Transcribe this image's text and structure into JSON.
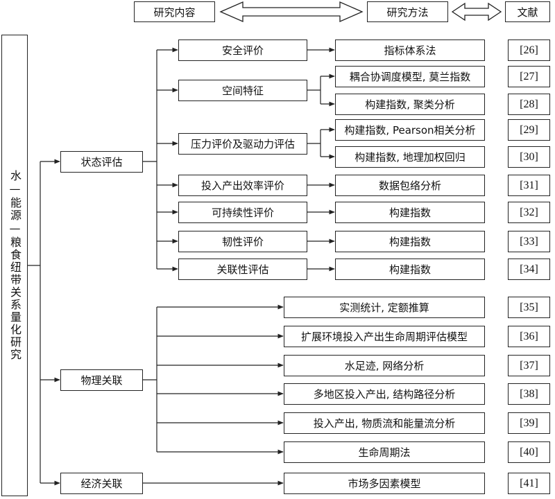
{
  "header": {
    "content": "研究内容",
    "method": "研究方法",
    "literature": "文献"
  },
  "root": "水—能源—粮食纽带关系量化研究",
  "categories": [
    {
      "label": "状态评估",
      "topics": [
        {
          "label": "安全评价",
          "methods": [
            {
              "label": "指标体系法",
              "ref": "[26]"
            }
          ]
        },
        {
          "label": "空间特征",
          "methods": [
            {
              "label": "耦合协调度模型, 莫兰指数",
              "ref": "[27]"
            },
            {
              "label": "构建指数, 聚类分析",
              "ref": "[28]"
            }
          ]
        },
        {
          "label": "压力评价及驱动力评估",
          "methods": [
            {
              "label": "构建指数, Pearson相关分析",
              "ref": "[29]"
            },
            {
              "label": "构建指数, 地理加权回归",
              "ref": "[30]"
            }
          ]
        },
        {
          "label": "投入产出效率评价",
          "methods": [
            {
              "label": "数据包络分析",
              "ref": "[31]"
            }
          ]
        },
        {
          "label": "可持续性评价",
          "methods": [
            {
              "label": "构建指数",
              "ref": "[32]"
            }
          ]
        },
        {
          "label": "韧性评价",
          "methods": [
            {
              "label": "构建指数",
              "ref": "[33]"
            }
          ]
        },
        {
          "label": "关联性评估",
          "methods": [
            {
              "label": "构建指数",
              "ref": "[34]"
            }
          ]
        }
      ]
    },
    {
      "label": "物理关联",
      "methods": [
        {
          "label": "实测统计, 定额推算",
          "ref": "[35]"
        },
        {
          "label": "扩展环境投入产出生命周期评估模型",
          "ref": "[36]"
        },
        {
          "label": "水足迹, 网络分析",
          "ref": "[37]"
        },
        {
          "label": "多地区投入产出, 结构路径分析",
          "ref": "[38]"
        },
        {
          "label": "投入产出, 物质流和能量流分析",
          "ref": "[39]"
        },
        {
          "label": "生命周期法",
          "ref": "[40]"
        }
      ]
    },
    {
      "label": "经济关联",
      "methods": [
        {
          "label": "市场多因素模型",
          "ref": "[41]"
        }
      ]
    }
  ]
}
